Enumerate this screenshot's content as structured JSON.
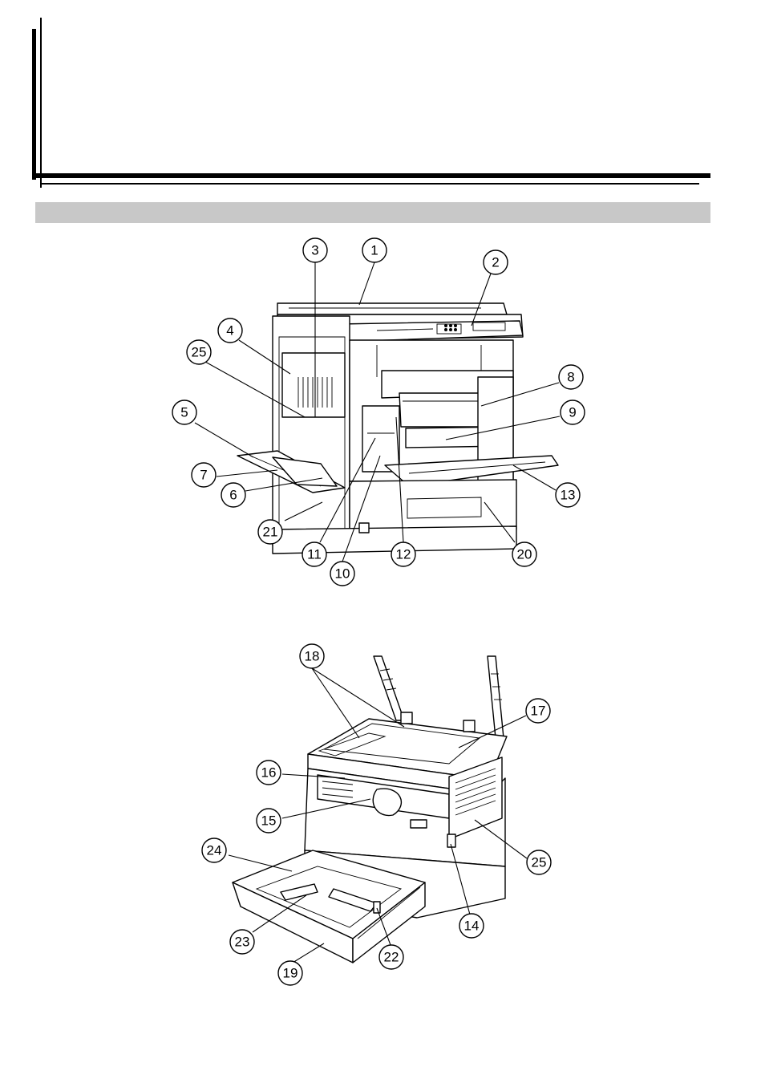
{
  "header": {
    "chapter_title": ""
  },
  "section": {
    "title": ""
  },
  "figure1": {
    "callouts": [
      "1",
      "2",
      "3",
      "4",
      "25",
      "5",
      "7",
      "6",
      "21",
      "8",
      "9",
      "13",
      "11",
      "10",
      "12",
      "20"
    ]
  },
  "figure2": {
    "callouts": [
      "18",
      "17",
      "16",
      "15",
      "24",
      "25",
      "23",
      "19",
      "22",
      "14"
    ]
  }
}
